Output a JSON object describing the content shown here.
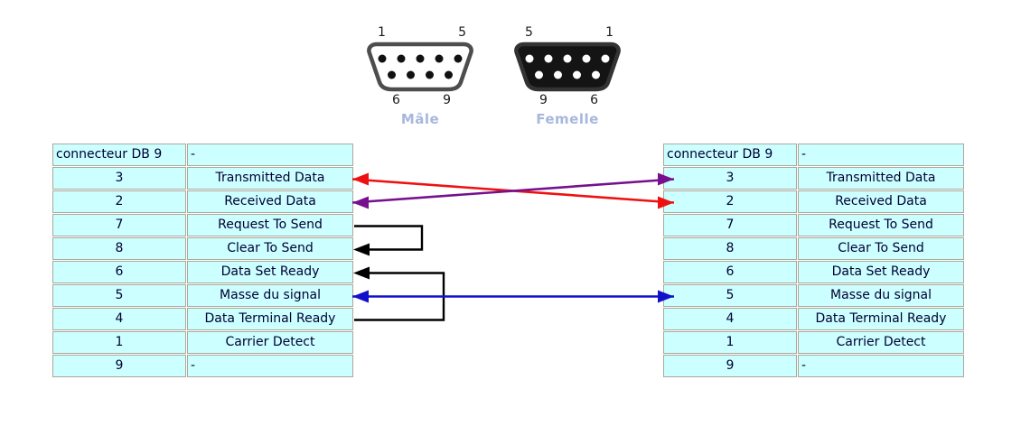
{
  "connectors": {
    "male": {
      "label": "Mâle",
      "corner_pins": {
        "top_left": "1",
        "top_right": "5",
        "bottom_left": "6",
        "bottom_right": "9"
      },
      "body_color": "#ffffff",
      "rim_color": "#4d4d4d",
      "pin_color": "#111111"
    },
    "female": {
      "label": "Femelle",
      "corner_pins": {
        "top_left": "5",
        "top_right": "1",
        "bottom_left": "9",
        "bottom_right": "6"
      },
      "body_color": "#141414",
      "rim_color": "#333333",
      "pin_color": "#ffffff"
    }
  },
  "tables": {
    "left": {
      "header": [
        "connecteur DB 9",
        "-"
      ],
      "rows": [
        [
          "3",
          "Transmitted Data"
        ],
        [
          "2",
          "Received Data"
        ],
        [
          "7",
          "Request To Send"
        ],
        [
          "8",
          "Clear To Send"
        ],
        [
          "6",
          "Data Set Ready"
        ],
        [
          "5",
          "Masse du signal"
        ],
        [
          "4",
          "Data Terminal Ready"
        ],
        [
          "1",
          "Carrier Detect"
        ],
        [
          "9",
          "-"
        ]
      ]
    },
    "right": {
      "header": [
        "connecteur DB 9",
        "-"
      ],
      "rows": [
        [
          "3",
          "Transmitted Data"
        ],
        [
          "2",
          "Received Data"
        ],
        [
          "7",
          "Request To Send"
        ],
        [
          "8",
          "Clear To Send"
        ],
        [
          "6",
          "Data Set Ready"
        ],
        [
          "5",
          "Masse du signal"
        ],
        [
          "4",
          "Data Terminal Ready"
        ],
        [
          "1",
          "Carrier Detect"
        ],
        [
          "9",
          "-"
        ]
      ]
    }
  },
  "wiring": [
    {
      "id": "rts-cts-loopback",
      "color": "black",
      "style": "loopback",
      "arrowheads": "to",
      "extent": 75,
      "from": {
        "table": "left",
        "pin": "7",
        "signal": "Request To Send"
      },
      "to": {
        "table": "left",
        "pin": "8",
        "signal": "Clear To Send"
      }
    },
    {
      "id": "dtr-dsr-loopback",
      "color": "black",
      "style": "loopback",
      "arrowheads": "to",
      "extent": 99,
      "from": {
        "table": "left",
        "pin": "4",
        "signal": "Data Terminal Ready"
      },
      "to": {
        "table": "left",
        "pin": "6",
        "signal": "Data Set Ready"
      }
    },
    {
      "id": "signal-ground",
      "color": "blue",
      "style": "straight",
      "arrowheads": "both",
      "from": {
        "table": "left",
        "pin": "5",
        "signal": "Masse du signal"
      },
      "to": {
        "table": "right",
        "pin": "5",
        "signal": "Masse du signal"
      }
    },
    {
      "id": "tx-to-rx-cross",
      "color": "red",
      "style": "straight",
      "arrowheads": "both",
      "from": {
        "table": "left",
        "pin": "3",
        "signal": "Transmitted Data"
      },
      "to": {
        "table": "right",
        "pin": "2",
        "signal": "Received Data"
      }
    },
    {
      "id": "rx-to-tx-cross",
      "color": "purple",
      "style": "straight",
      "arrowheads": "both",
      "from": {
        "table": "left",
        "pin": "2",
        "signal": "Received Data"
      },
      "to": {
        "table": "right",
        "pin": "3",
        "signal": "Transmitted Data"
      }
    }
  ],
  "colors": {
    "red": "#ee1111",
    "purple": "#76108e",
    "blue": "#1111cc",
    "black": "#000000",
    "cell_bg": "#ccffff",
    "table_border": "#aca899",
    "table_text": "#000033",
    "connector_label": "#a7b8dc"
  }
}
